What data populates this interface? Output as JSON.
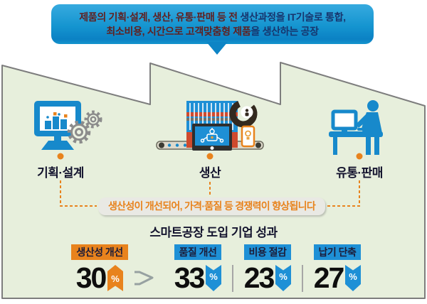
{
  "banner": {
    "line1_highlight": "제품의 기획·설계, 생산, 유통·판매 등 전 ",
    "line1_rest": "생산과정을 IT기술로 통합,",
    "line2_highlight": "최소비용, 시간으로 고객맞춤형 제품",
    "line2_rest": "을 생산하는 공장"
  },
  "process": {
    "stages": [
      {
        "label": "기획·설계",
        "icon": "monitor-gears-icon"
      },
      {
        "label": "생산",
        "icon": "machine-conveyor-icon"
      },
      {
        "label": "유통·판매",
        "icon": "person-desk-icon"
      }
    ],
    "note": "생산성이 개선되어, 가격·품질 등 경쟁력이 향상됩니다"
  },
  "results": {
    "title": "스마트공장 도입 기업 성과",
    "stats": [
      {
        "label": "생산성 개선",
        "value": "30",
        "unit": "%",
        "direction": "up",
        "color": "#e8831d"
      },
      {
        "label": "품질 개선",
        "value": "33",
        "unit": "%",
        "direction": "down",
        "color": "#1e90d6"
      },
      {
        "label": "비용 절감",
        "value": "23",
        "unit": "%",
        "direction": "down",
        "color": "#1e90d6"
      },
      {
        "label": "납기 단축",
        "value": "27",
        "unit": "%",
        "direction": "down",
        "color": "#1e90d6"
      }
    ]
  },
  "colors": {
    "bubble_top": "#37aadf",
    "bubble_bottom": "#0b81c4",
    "banner_highlight_text": "#601f1f",
    "banner_base_text": "#17356d",
    "factory_fill": "#e7efdc",
    "factory_border": "#7d7d7d",
    "accent_orange": "#e8831d",
    "accent_blue": "#1e90d6",
    "icon_blue": "#1789cb",
    "label_navy": "#14142e",
    "note_bg": "#e9e9e4"
  }
}
